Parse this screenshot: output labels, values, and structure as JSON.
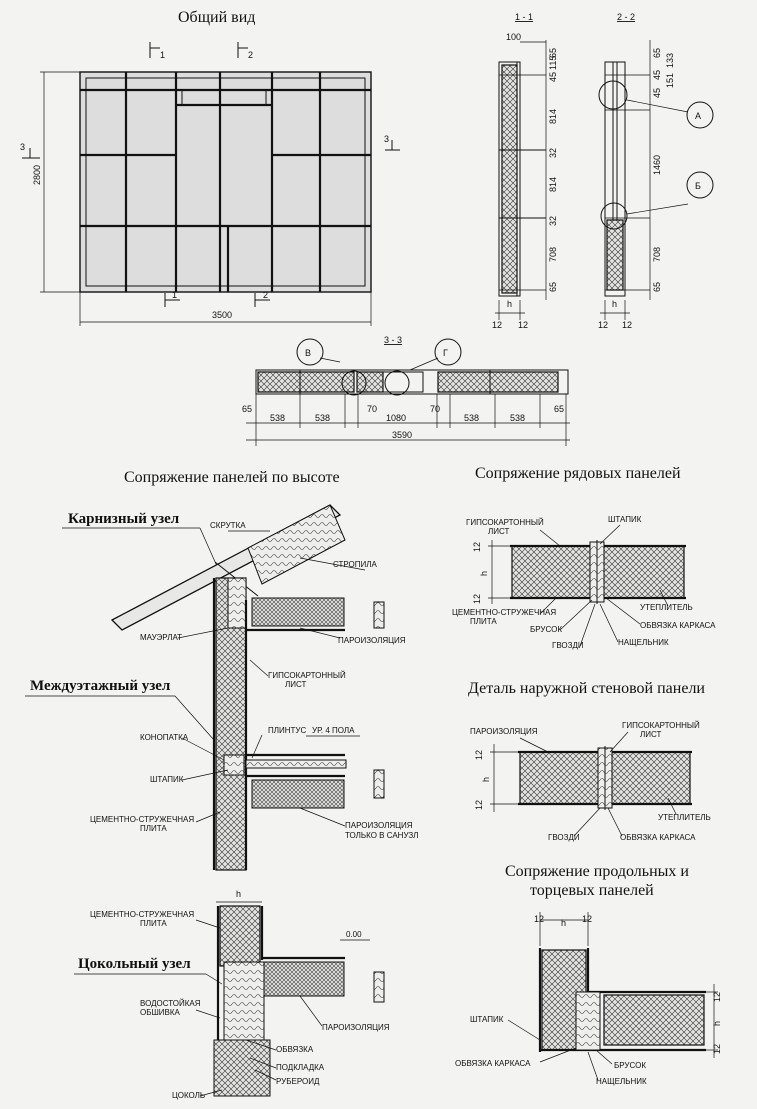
{
  "titles": {
    "general_view": "Общий вид",
    "sec11": "1 - 1",
    "sec22": "2 - 2",
    "sec33": "3 - 3",
    "height_joint": "Сопряжение панелей по высоте",
    "row_joint": "Сопряжение рядовых панелей",
    "outer_detail": "Деталь наружной стеновой панели",
    "long_end_1": "Сопряжение продольных и",
    "long_end_2": "торцевых панелей"
  },
  "node_titles": {
    "eaves": "Карнизный узел",
    "floor": "Междуэтажный узел",
    "base": "Цокольный узел"
  },
  "markers": {
    "m1": "1",
    "m2": "2",
    "m3": "3",
    "A": "А",
    "B": "Б",
    "V": "В",
    "G": "Г"
  },
  "dims": {
    "gv_height": "2800",
    "gv_width": "3500",
    "s1_top": "100",
    "s1_list": [
      "65",
      "45",
      "115",
      "814",
      "32",
      "814",
      "32",
      "708",
      "65"
    ],
    "s1_bottom": [
      "12",
      "h",
      "12"
    ],
    "s2_list": [
      "65",
      "133",
      "45",
      "45",
      "151",
      "1460",
      "708",
      "65"
    ],
    "s2_bottom": [
      "12",
      "h",
      "12"
    ],
    "s3_list": [
      "65",
      "538",
      "538",
      "70",
      "1080",
      "70",
      "538",
      "538",
      "65"
    ],
    "s3_total": "3590",
    "h": "h",
    "twelve": "12",
    "zero": "0.00"
  },
  "labels": {
    "skrutka": "СКРУТКА",
    "stropila": "СТРОПИЛА",
    "mauerlat": "МАУЭРЛАТ",
    "paroizol": "ПАРОИЗОЛЯЦИЯ",
    "gkl1": "ГИПСОКАРТОННЫЙ",
    "gkl2": "ЛИСТ",
    "konopatka": "КОНОПАТКА",
    "plintus": "ПЛИНТУС",
    "ur_pola": "УР. 4 ПОЛА",
    "shtapik": "ШТАПИК",
    "csp1": "ЦЕМЕНТНО-СТРУЖЕЧНАЯ",
    "csp2": "ПЛИТА",
    "paro_san1": "ПАРОИЗОЛЯЦИЯ",
    "paro_san2": "ТОЛЬКО В САНУЗЛ",
    "vodost1": "ВОДОСТОЙКАЯ",
    "vodost2": "ОБШИВКА",
    "obvyazka": "ОБВЯЗКА",
    "podkladka": "ПОДКЛАДКА",
    "ruberoid": "РУБЕРОИД",
    "tsokol": "ЦОКОЛЬ",
    "uteplitel": "УТЕПЛИТЕЛЬ",
    "obvyazka_karkasa": "ОБВЯЗКА КАРКАСА",
    "brusok": "БРУСОК",
    "nashchelnik": "НАЩЕЛЬНИК",
    "gvozdi": "ГВОЗДИ"
  },
  "colors": {
    "ink": "#111111",
    "paper": "#f3f3f1"
  }
}
